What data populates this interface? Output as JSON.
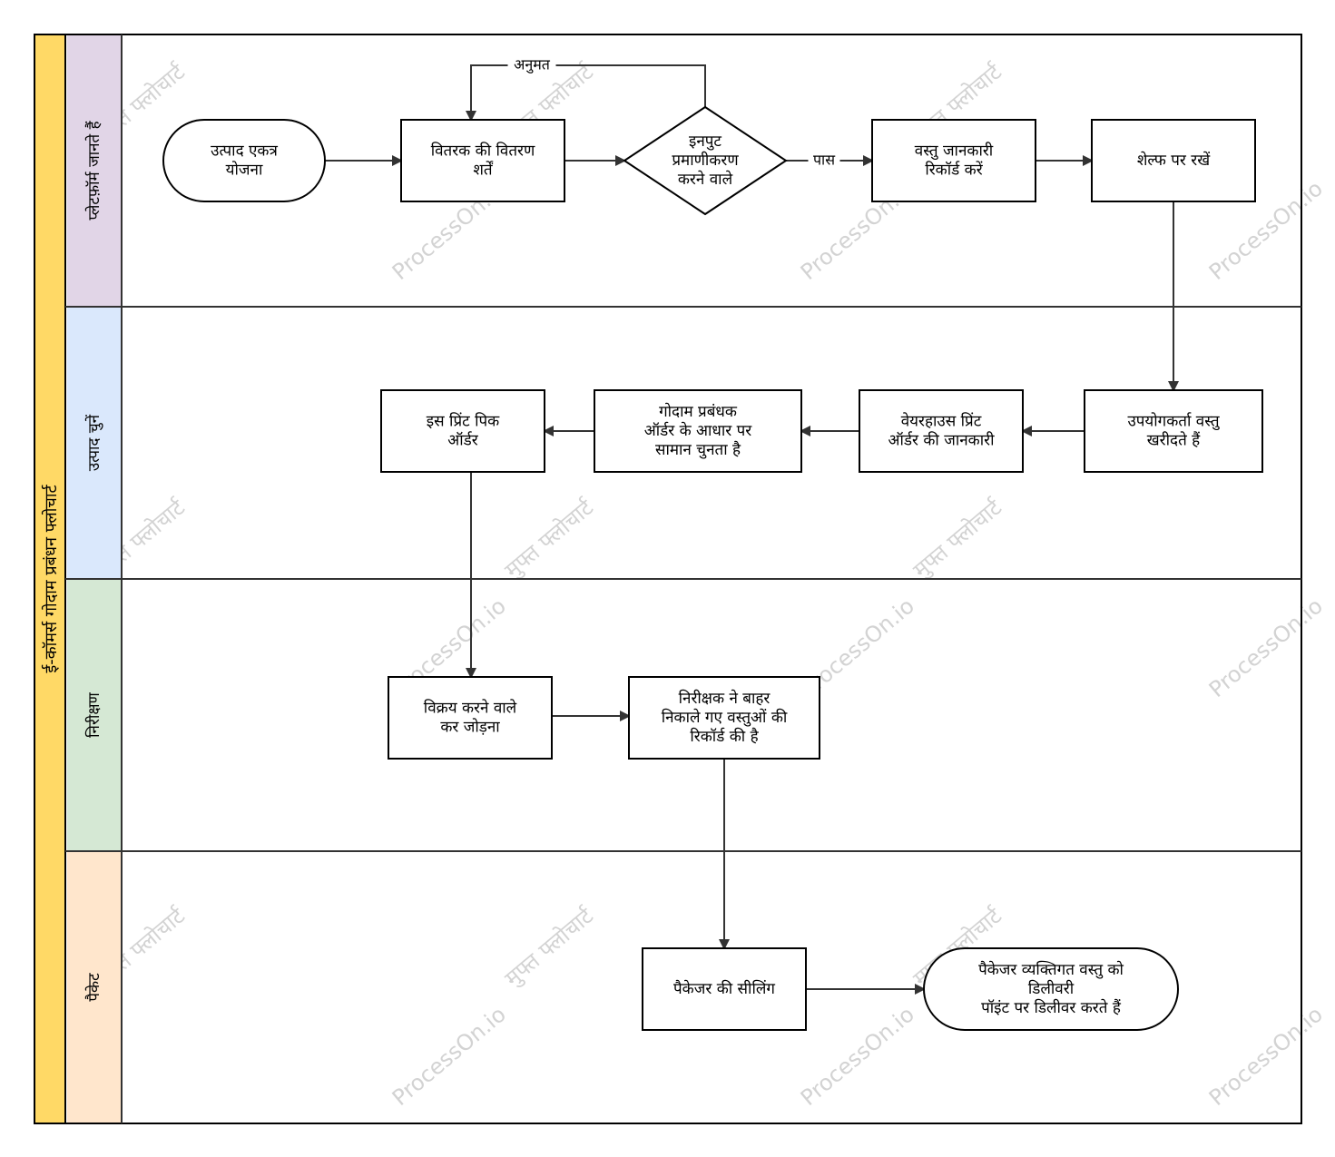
{
  "diagram": {
    "title": "ई-कॉमर्स गोदाम प्रबंधन फ्लोचार्ट",
    "colors": {
      "title_bar": "#FFD966",
      "lane_purple": "#E1D5E7",
      "lane_blue": "#DAE8FC",
      "lane_green": "#D5E8D4",
      "lane_orange": "#FFE6CC",
      "stroke": "#000000",
      "edge": "#333333"
    },
    "lanes": [
      {
        "id": "l1",
        "label": "प्लेटफ़ॉर्म जानते हैं",
        "color": "#E1D5E7"
      },
      {
        "id": "l2",
        "label": "उत्पाद चुनें",
        "color": "#DAE8FC"
      },
      {
        "id": "l3",
        "label": "निरीक्षण",
        "color": "#D5E8D4"
      },
      {
        "id": "l4",
        "label": "पैकेट",
        "color": "#FFE6CC"
      }
    ],
    "nodes": [
      {
        "id": "n1",
        "shape": "terminator",
        "lines": [
          "उत्पाद एकत्र",
          "योजना"
        ]
      },
      {
        "id": "n2",
        "shape": "process",
        "lines": [
          "वितरक की वितरण",
          "शर्तें"
        ]
      },
      {
        "id": "n3",
        "shape": "decision",
        "lines": [
          "इनपुट",
          "प्रमाणीकरण",
          "करने वाले"
        ]
      },
      {
        "id": "n4",
        "shape": "process",
        "lines": [
          "वस्तु जानकारी",
          "रिकॉर्ड करें"
        ]
      },
      {
        "id": "n5",
        "shape": "process",
        "lines": [
          "शेल्फ पर रखें"
        ]
      },
      {
        "id": "n6",
        "shape": "process",
        "lines": [
          "उपयोगकर्ता वस्तु",
          "खरीदते हैं"
        ]
      },
      {
        "id": "n7",
        "shape": "process",
        "lines": [
          "वेयरहाउस प्रिंट",
          "ऑर्डर की जानकारी"
        ]
      },
      {
        "id": "n8",
        "shape": "process",
        "lines": [
          "गोदाम प्रबंधक",
          "ऑर्डर के आधार पर",
          "सामान चुनता है"
        ]
      },
      {
        "id": "n9",
        "shape": "process",
        "lines": [
          "इस प्रिंट पिक",
          "ऑर्डर"
        ]
      },
      {
        "id": "n10",
        "shape": "process",
        "lines": [
          "विक्रय करने वाले",
          "कर जोड़ना"
        ]
      },
      {
        "id": "n11",
        "shape": "process",
        "lines": [
          "निरीक्षक ने बाहर",
          "निकाले गए वस्तुओं की",
          "रिकॉर्ड की है"
        ]
      },
      {
        "id": "n12",
        "shape": "process",
        "lines": [
          "पैकेजर की सीलिंग"
        ]
      },
      {
        "id": "n13",
        "shape": "terminator",
        "lines": [
          "पैकेजर व्यक्तिगत वस्तु को",
          "डिलीवरी",
          "पॉइंट पर डिलीवर करते हैं"
        ]
      }
    ],
    "edges": [
      {
        "from": "n1",
        "to": "n2",
        "label": ""
      },
      {
        "from": "n2",
        "to": "n3",
        "label": ""
      },
      {
        "from": "n3",
        "to": "n2",
        "label": "अनुमत"
      },
      {
        "from": "n3",
        "to": "n4",
        "label": "पास"
      },
      {
        "from": "n4",
        "to": "n5",
        "label": ""
      },
      {
        "from": "n5",
        "to": "n6",
        "label": ""
      },
      {
        "from": "n6",
        "to": "n7",
        "label": ""
      },
      {
        "from": "n7",
        "to": "n8",
        "label": ""
      },
      {
        "from": "n8",
        "to": "n9",
        "label": ""
      },
      {
        "from": "n9",
        "to": "n10",
        "label": ""
      },
      {
        "from": "n10",
        "to": "n11",
        "label": ""
      },
      {
        "from": "n11",
        "to": "n12",
        "label": ""
      },
      {
        "from": "n12",
        "to": "n13",
        "label": ""
      }
    ],
    "watermark_texts": [
      "मुफ्त फ्लोचार्ट",
      "ProcessOn.io"
    ]
  }
}
